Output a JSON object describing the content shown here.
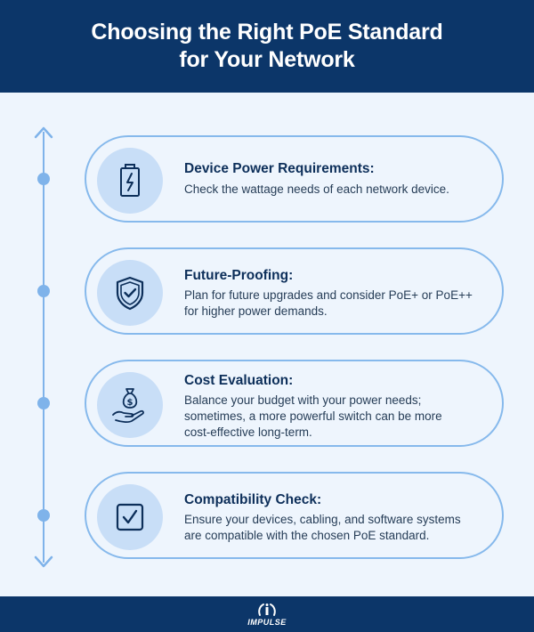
{
  "header": {
    "title_line1": "Choosing the Right PoE Standard",
    "title_line2": "for Your Network"
  },
  "colors": {
    "navy": "#0c3669",
    "background": "#eef5fd",
    "card_border": "#86b9ec",
    "icon_circle": "#c8def7",
    "timeline": "#7fb3ea"
  },
  "cards": [
    {
      "icon": "battery-icon",
      "title": "Device Power Requirements:",
      "desc_lines": [
        "Check the wattage needs of each network device."
      ]
    },
    {
      "icon": "shield-check-icon",
      "title": "Future-Proofing:",
      "desc_lines": [
        "Plan for future upgrades and consider PoE+ or PoE++",
        "for higher power demands."
      ]
    },
    {
      "icon": "money-hand-icon",
      "title": "Cost Evaluation:",
      "desc_lines": [
        "Balance your budget with your power needs;",
        "sometimes, a more powerful switch can be more",
        "cost-effective long-term."
      ]
    },
    {
      "icon": "checkbox-icon",
      "title": "Compatibility Check:",
      "desc_lines": [
        "Ensure your devices, cabling, and software systems",
        "are compatible with the chosen PoE standard."
      ]
    }
  ],
  "footer": {
    "brand": "IMPULSE",
    "logo_icon": "impulse-logo-icon"
  }
}
